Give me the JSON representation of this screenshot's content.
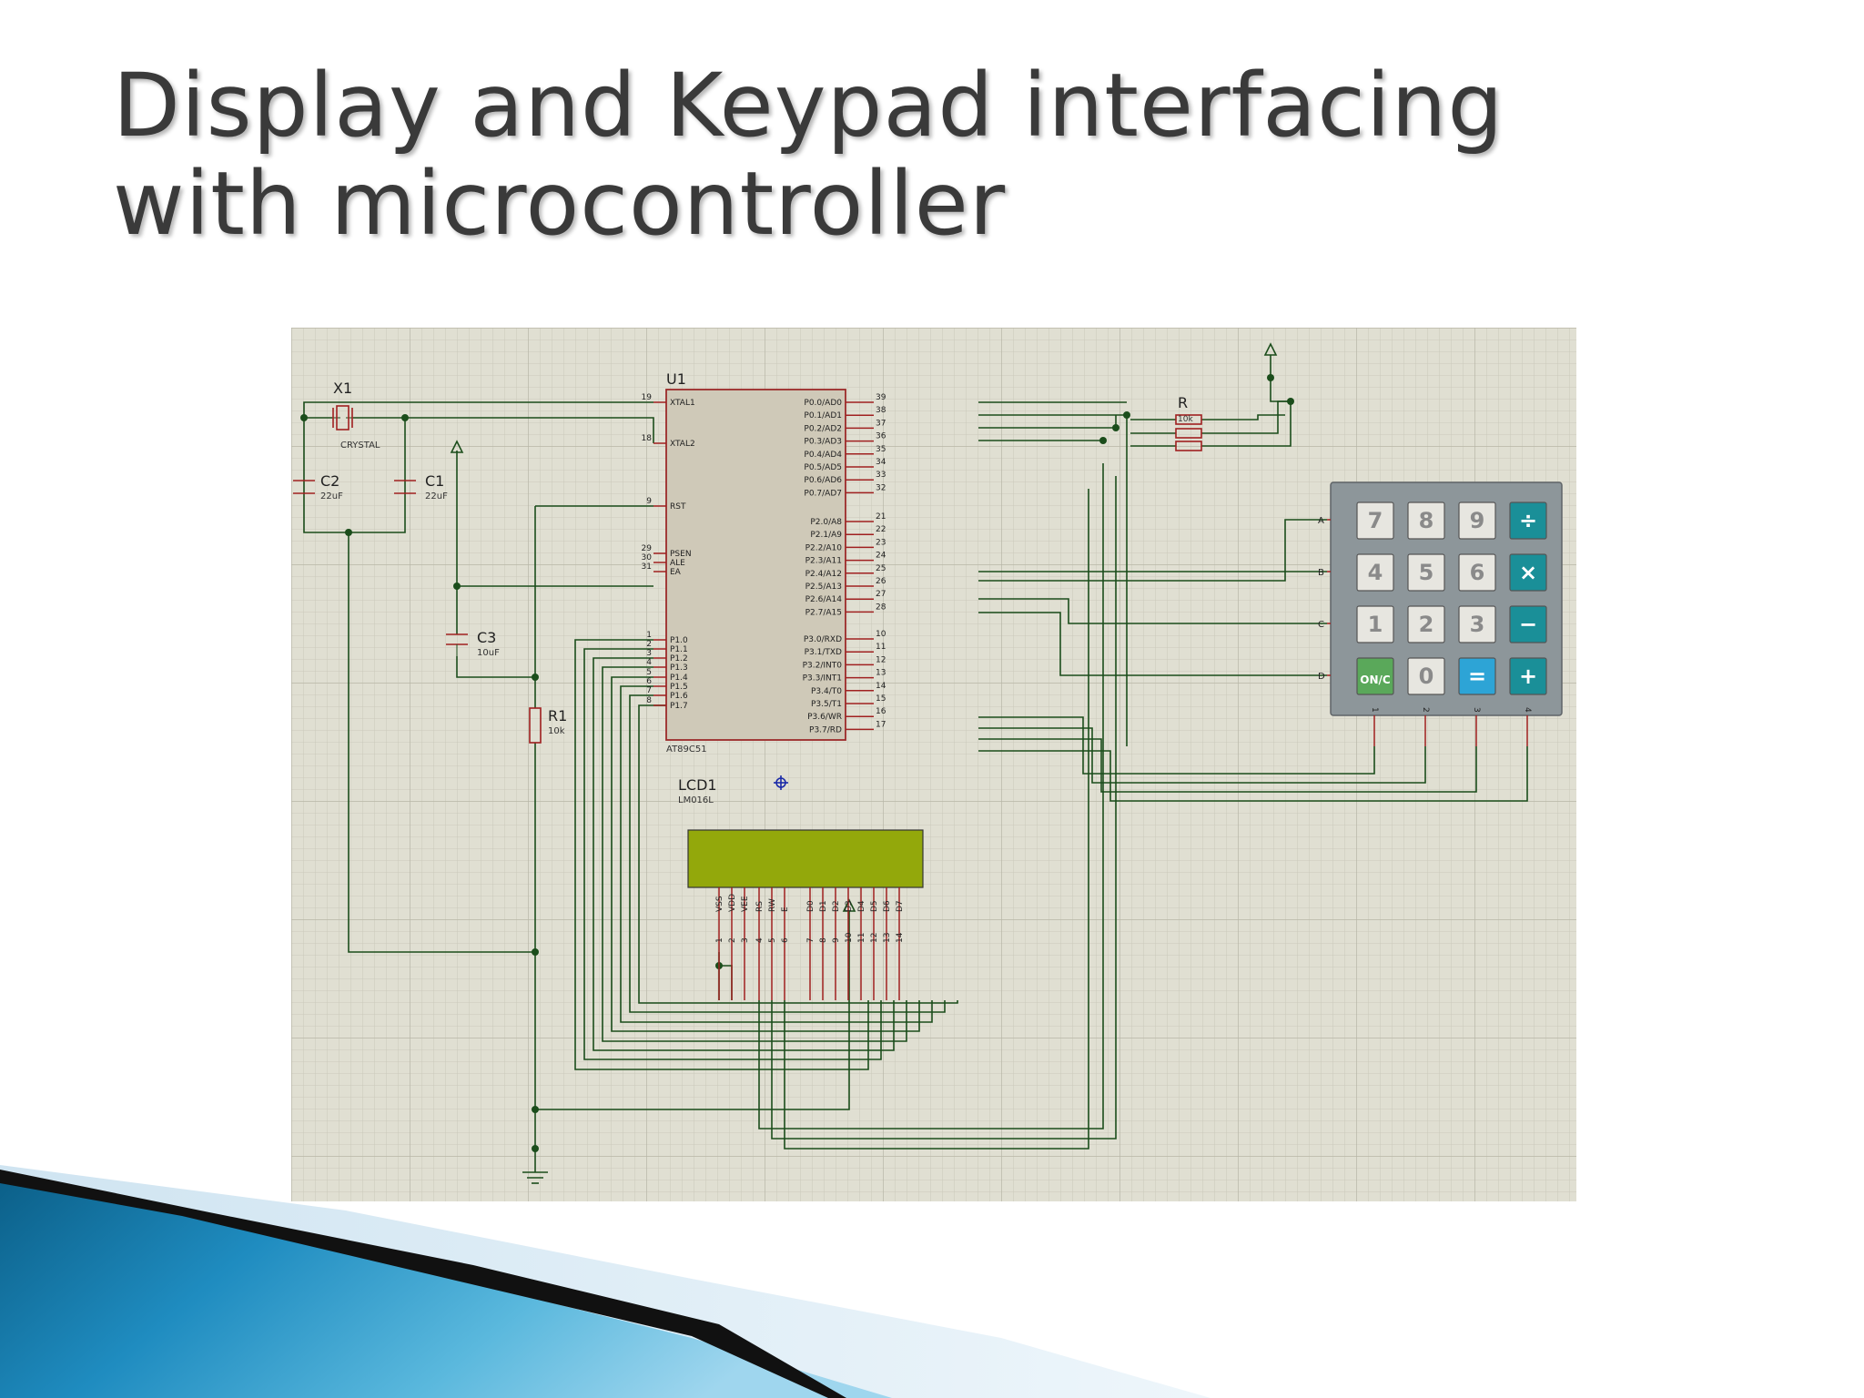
{
  "slide": {
    "title_line1": "Display and Keypad interfacing",
    "title_line2": "with microcontroller"
  },
  "colors": {
    "grid_bg": "#e0dfd2",
    "wire": "#1b4d1b",
    "pin": "#a02020",
    "chip_fill": "#cfc9b8",
    "lcd_screen": "#93a80b",
    "keypad_body": "#8d969a"
  },
  "components": {
    "mcu": {
      "ref": "U1",
      "part": "AT89C51",
      "left_pins": [
        {
          "num": "19",
          "name": "XTAL1"
        },
        {
          "num": "18",
          "name": "XTAL2"
        },
        {
          "num": "9",
          "name": "RST"
        },
        {
          "num": "29",
          "name": "PSEN"
        },
        {
          "num": "30",
          "name": "ALE"
        },
        {
          "num": "31",
          "name": "EA"
        },
        {
          "num": "1",
          "name": "P1.0"
        },
        {
          "num": "2",
          "name": "P1.1"
        },
        {
          "num": "3",
          "name": "P1.2"
        },
        {
          "num": "4",
          "name": "P1.3"
        },
        {
          "num": "5",
          "name": "P1.4"
        },
        {
          "num": "6",
          "name": "P1.5"
        },
        {
          "num": "7",
          "name": "P1.6"
        },
        {
          "num": "8",
          "name": "P1.7"
        }
      ],
      "right_pins": [
        {
          "num": "39",
          "name": "P0.0/AD0"
        },
        {
          "num": "38",
          "name": "P0.1/AD1"
        },
        {
          "num": "37",
          "name": "P0.2/AD2"
        },
        {
          "num": "36",
          "name": "P0.3/AD3"
        },
        {
          "num": "35",
          "name": "P0.4/AD4"
        },
        {
          "num": "34",
          "name": "P0.5/AD5"
        },
        {
          "num": "33",
          "name": "P0.6/AD6"
        },
        {
          "num": "32",
          "name": "P0.7/AD7"
        },
        {
          "num": "21",
          "name": "P2.0/A8"
        },
        {
          "num": "22",
          "name": "P2.1/A9"
        },
        {
          "num": "23",
          "name": "P2.2/A10"
        },
        {
          "num": "24",
          "name": "P2.3/A11"
        },
        {
          "num": "25",
          "name": "P2.4/A12"
        },
        {
          "num": "26",
          "name": "P2.5/A13"
        },
        {
          "num": "27",
          "name": "P2.6/A14"
        },
        {
          "num": "28",
          "name": "P2.7/A15"
        },
        {
          "num": "10",
          "name": "P3.0/RXD"
        },
        {
          "num": "11",
          "name": "P3.1/TXD"
        },
        {
          "num": "12",
          "name": "P3.2/INT0"
        },
        {
          "num": "13",
          "name": "P3.3/INT1"
        },
        {
          "num": "14",
          "name": "P3.4/T0"
        },
        {
          "num": "15",
          "name": "P3.5/T1"
        },
        {
          "num": "16",
          "name": "P3.6/WR"
        },
        {
          "num": "17",
          "name": "P3.7/RD"
        }
      ]
    },
    "crystal": {
      "ref": "X1",
      "value": "CRYSTAL"
    },
    "c1": {
      "ref": "C1",
      "value": "22uF"
    },
    "c2": {
      "ref": "C2",
      "value": "22uF"
    },
    "c3": {
      "ref": "C3",
      "value": "10uF"
    },
    "r1": {
      "ref": "R1",
      "value": "10k"
    },
    "r_pack": {
      "ref": "R",
      "value": "10k"
    },
    "lcd": {
      "ref": "LCD1",
      "part": "LM016L",
      "pins": [
        {
          "num": "1",
          "name": "VSS"
        },
        {
          "num": "2",
          "name": "VDD"
        },
        {
          "num": "3",
          "name": "VEE"
        },
        {
          "num": "4",
          "name": "RS"
        },
        {
          "num": "5",
          "name": "RW"
        },
        {
          "num": "6",
          "name": "E"
        },
        {
          "num": "7",
          "name": "D0"
        },
        {
          "num": "8",
          "name": "D1"
        },
        {
          "num": "9",
          "name": "D2"
        },
        {
          "num": "10",
          "name": "D3"
        },
        {
          "num": "11",
          "name": "D4"
        },
        {
          "num": "12",
          "name": "D5"
        },
        {
          "num": "13",
          "name": "D6"
        },
        {
          "num": "14",
          "name": "D7"
        }
      ]
    },
    "keypad": {
      "row_labels": [
        "A",
        "B",
        "C",
        "D"
      ],
      "col_labels": [
        "1",
        "2",
        "3",
        "4"
      ],
      "keys": [
        [
          "7",
          "8",
          "9",
          "÷"
        ],
        [
          "4",
          "5",
          "6",
          "×"
        ],
        [
          "1",
          "2",
          "3",
          "−"
        ],
        [
          "ON/C",
          "0",
          "=",
          "+"
        ]
      ]
    }
  }
}
